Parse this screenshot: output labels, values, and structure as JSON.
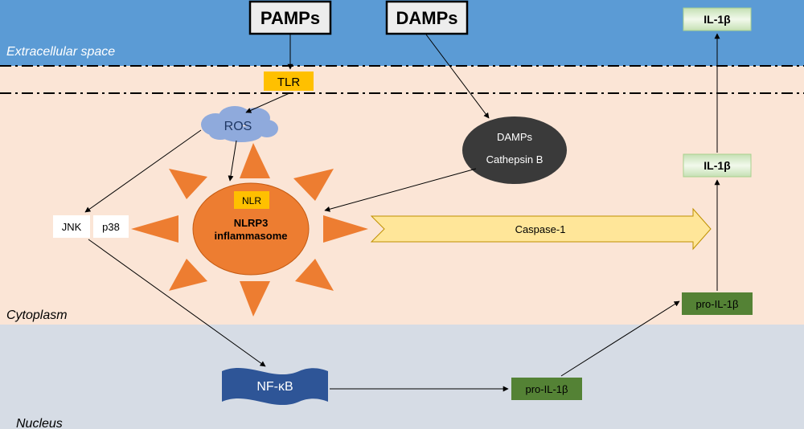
{
  "regions": {
    "extracellular": "Extracellular space",
    "cytoplasm": "Cytoplasm",
    "nucleus": "Nucleus"
  },
  "nodes": {
    "pamps": "PAMPs",
    "damps_top": "DAMPs",
    "tlr": "TLR",
    "ros": "ROS",
    "damps_inner": "DAMPs",
    "cathepsin_b": "Cathepsin B",
    "nlr": "NLR",
    "nlrp3_line1": "NLRP3",
    "nlrp3_line2": "inflammasome",
    "jnk": "JNK",
    "p38": "p38",
    "caspase1": "Caspase-1",
    "il1b_top": "IL-1β",
    "il1b_mid": "IL-1β",
    "pro_il1b_cyto": "pro-IL-1β",
    "nfkb": "NF-κB",
    "pro_il1b_nuc": "pro-IL-1β"
  },
  "colors": {
    "extracellular_bg": "#5b9bd5",
    "cytoplasm_bg": "#fbe5d6",
    "nucleus_bg": "#d6dce5",
    "inflammasome": "#ed7d31",
    "tlr": "#ffc000",
    "ros_cloud": "#8faadc",
    "damps_ellipse": "#3a3a3a",
    "caspase_arrow": "#ffe699",
    "il1b_box": "#d5e8c4",
    "pro_il1b_box": "#548235",
    "nfkb_flag": "#2e5597"
  }
}
